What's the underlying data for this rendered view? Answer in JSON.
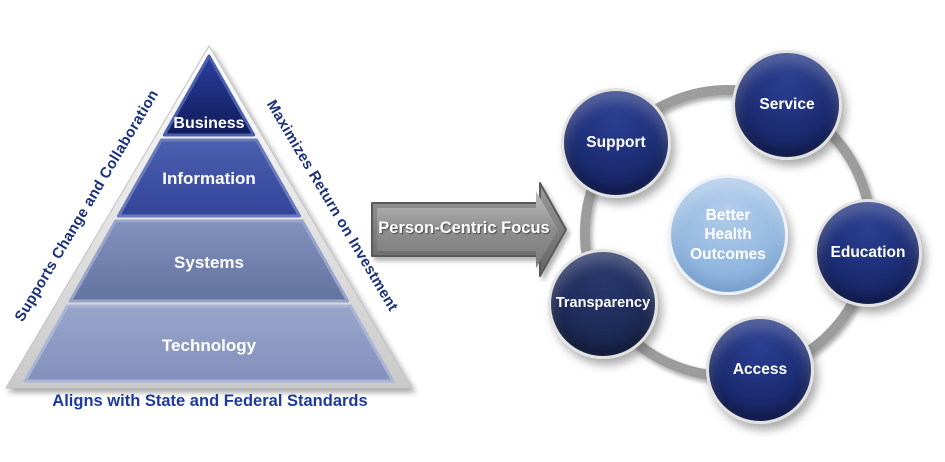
{
  "pyramid": {
    "layers": [
      {
        "label": "Business",
        "fill": "#1b2a78"
      },
      {
        "label": "Information",
        "fill": "#3d51a0"
      },
      {
        "label": "Systems",
        "fill": "#7080ae"
      },
      {
        "label": "Technology",
        "fill": "#8c99c4"
      }
    ],
    "left_edge_text": "Supports Change and Collaboration",
    "right_edge_text": "Maximizes Return on Investment",
    "bottom_text": "Aligns with State and Federal Standards",
    "edge_text_color": "#1c3178",
    "bottom_text_color": "#1e3a9f"
  },
  "arrow": {
    "label": "Person-Centric Focus",
    "fill": "#8a8a8a",
    "text_color": "#ffffff"
  },
  "cycle": {
    "ring_color": "#9c9c9c",
    "center": {
      "label": "Better Health Outcomes",
      "fill": "#92b7e0",
      "text_color": "#ffffff"
    },
    "node_fill": "#1b2c72",
    "nodes": [
      {
        "label": "Support"
      },
      {
        "label": "Service"
      },
      {
        "label": "Education"
      },
      {
        "label": "Access"
      },
      {
        "label": "Transparency"
      }
    ]
  }
}
